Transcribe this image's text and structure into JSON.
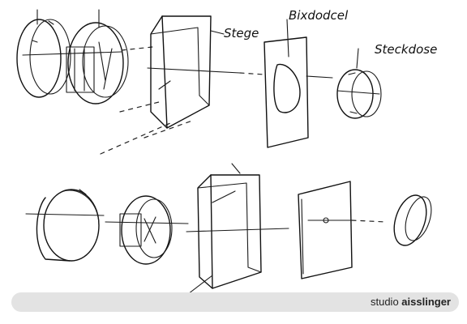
{
  "labels": {
    "stege": "Stege",
    "bezeichnung": "Bixdodcel",
    "steckdose": "Steckdose"
  },
  "footer": {
    "brand_prefix": "studio ",
    "brand_name": "aisslinger"
  }
}
